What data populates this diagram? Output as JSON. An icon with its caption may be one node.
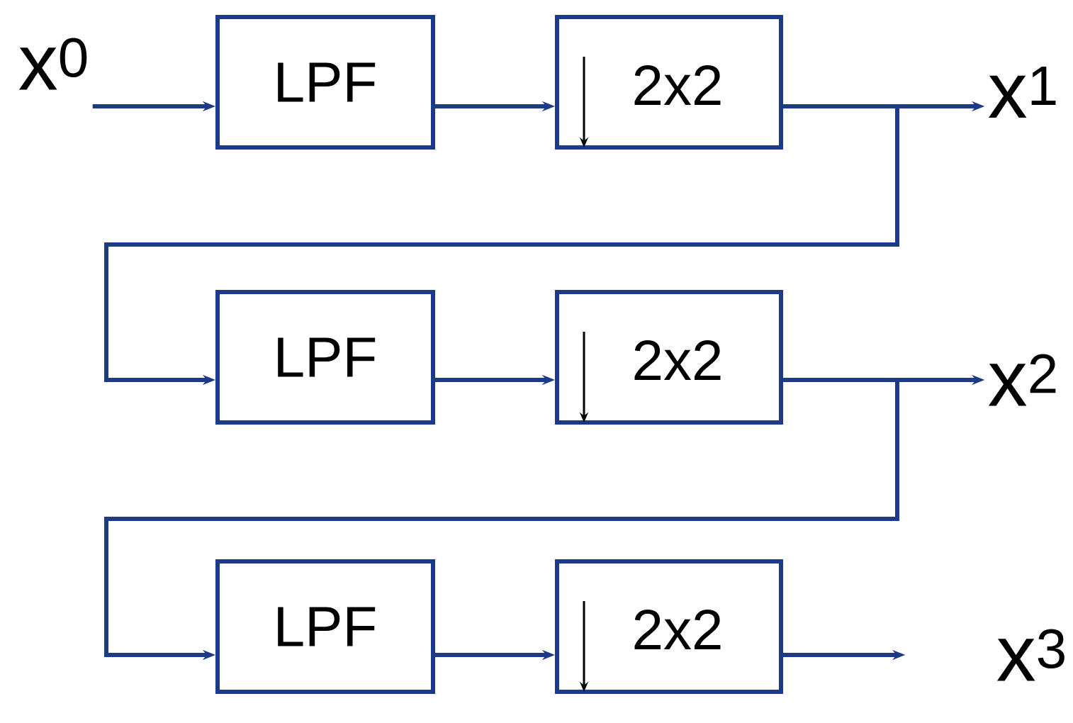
{
  "diagram": {
    "nodes": [
      {
        "text": [
          "x$^{0}$"
        ]
      },
      {
        "text": [
          "LPF"
        ]
      },
      {
        "text": [
          "2x2"
        ]
      },
      {
        "text": [
          "x$^{1}$"
        ]
      },
      {
        "text": [
          "LPF"
        ]
      },
      {
        "text": [
          "2x2"
        ]
      },
      {
        "text": [
          "x$^{2}$"
        ]
      },
      {
        "text": [
          "LPF"
        ]
      },
      {
        "text": [
          "2x2"
        ]
      },
      {
        "text": [
          "x$^{3}$"
        ]
      }
    ],
    "edges": [
      {
        "from": 0,
        "to": 1,
        "arrow": "to"
      },
      {
        "from": 1,
        "to": 2,
        "arrow": "to"
      },
      {
        "from": 2,
        "to": 3,
        "arrow": "to"
      },
      {
        "from": 2,
        "to": 4,
        "arrow": "to"
      },
      {
        "from": 4,
        "to": 5,
        "arrow": "to"
      },
      {
        "from": 5,
        "to": 6,
        "arrow": "to"
      },
      {
        "from": 5,
        "to": 7,
        "arrow": "to"
      },
      {
        "from": 7,
        "to": 8,
        "arrow": "to"
      },
      {
        "from": 8,
        "to": 9,
        "arrow": "to"
      }
    ]
  }
}
